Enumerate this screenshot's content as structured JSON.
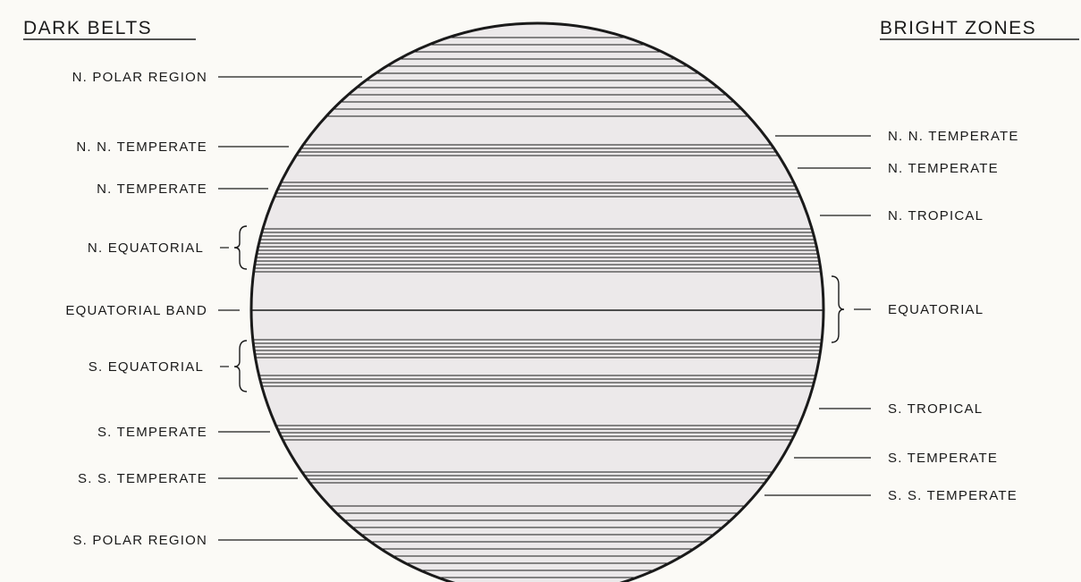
{
  "headers": {
    "left": "DARK BELTS",
    "right": "BRIGHT ZONES"
  },
  "dark_belts": [
    {
      "label": "N. POLAR REGION"
    },
    {
      "label": "N. N. TEMPERATE"
    },
    {
      "label": "N. TEMPERATE"
    },
    {
      "label": "N. EQUATORIAL"
    },
    {
      "label": "EQUATORIAL BAND"
    },
    {
      "label": "S. EQUATORIAL"
    },
    {
      "label": "S. TEMPERATE"
    },
    {
      "label": "S. S. TEMPERATE"
    },
    {
      "label": "S. POLAR REGION"
    }
  ],
  "bright_zones": [
    {
      "label": "N. N. TEMPERATE"
    },
    {
      "label": "N. TEMPERATE"
    },
    {
      "label": "N. TROPICAL"
    },
    {
      "label": "EQUATORIAL"
    },
    {
      "label": "S. TROPICAL"
    },
    {
      "label": "S. TEMPERATE"
    },
    {
      "label": "S. S. TEMPERATE"
    }
  ],
  "colors": {
    "ink": "#1a1a1a",
    "zone_fill": "#ece9ea",
    "background": "#fbfaf6"
  }
}
